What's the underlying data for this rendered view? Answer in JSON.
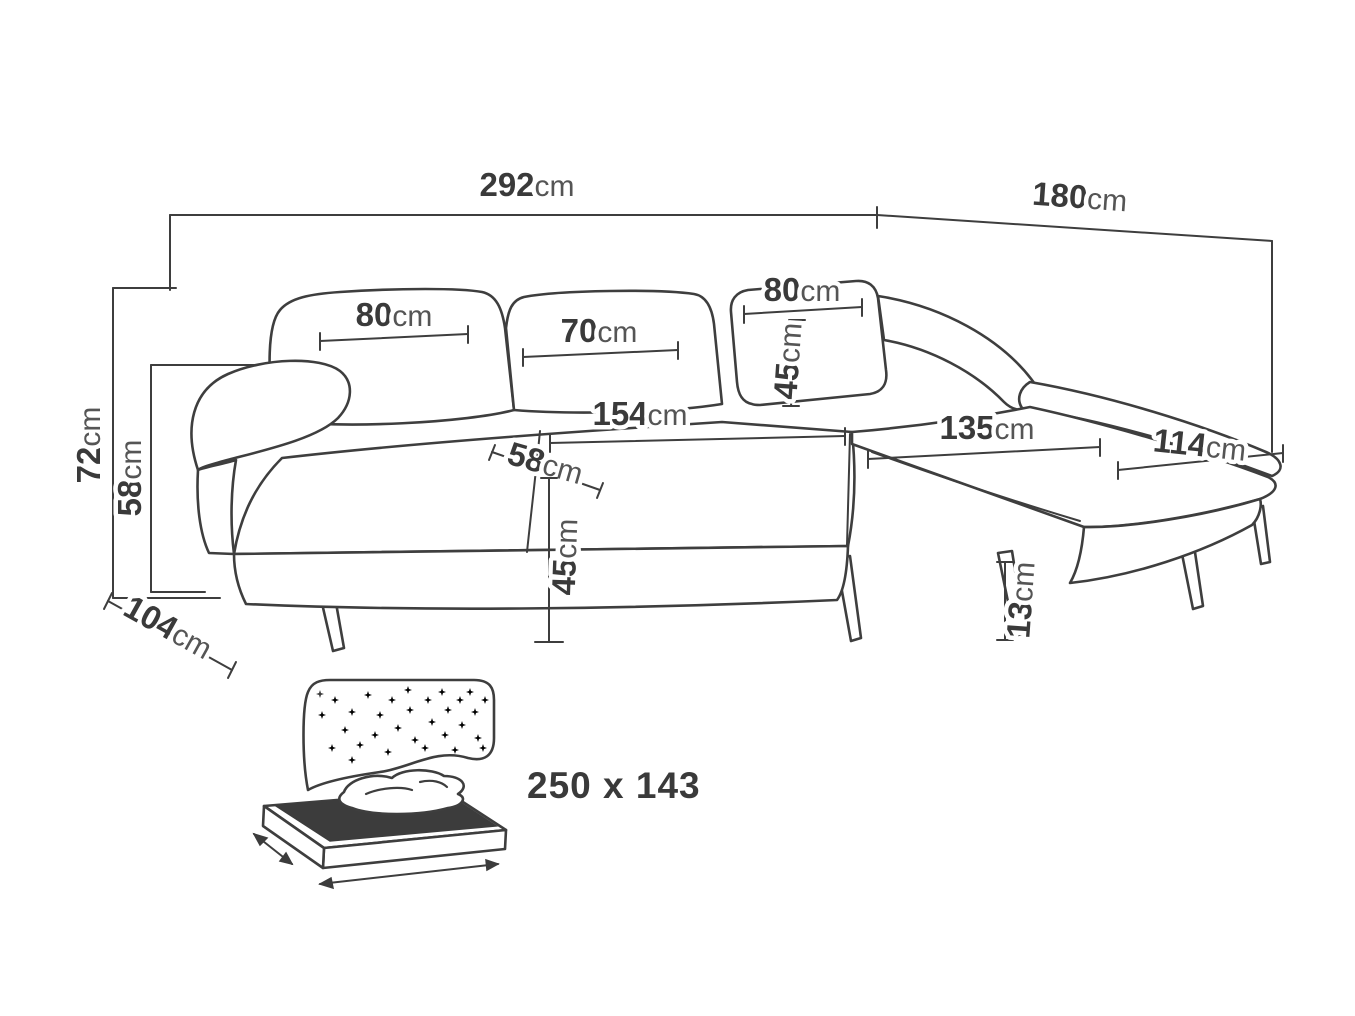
{
  "diagram": {
    "type": "corner-sofa-dimension-drawing",
    "line_color": "#3e3e3e",
    "background": "#ffffff"
  },
  "labels": {
    "total_width": {
      "value": "292",
      "unit": "cm"
    },
    "chaise_length": {
      "value": "180",
      "unit": "cm"
    },
    "overall_height": {
      "value": "72",
      "unit": "cm"
    },
    "armrest_height": {
      "value": "58",
      "unit": "cm"
    },
    "side_depth": {
      "value": "104",
      "unit": "cm"
    },
    "back_cushion_left": {
      "value": "80",
      "unit": "cm"
    },
    "back_cushion_middle": {
      "value": "70",
      "unit": "cm"
    },
    "back_cushion_corner": {
      "value": "80",
      "unit": "cm"
    },
    "corner_cushion_height": {
      "value": "45",
      "unit": "cm"
    },
    "seat_length": {
      "value": "154",
      "unit": "cm"
    },
    "seat_depth": {
      "value": "58",
      "unit": "cm"
    },
    "seat_height": {
      "value": "45",
      "unit": "cm"
    },
    "chaise_seat_length": {
      "value": "135",
      "unit": "cm"
    },
    "chaise_width": {
      "value": "114",
      "unit": "cm"
    },
    "leg_height": {
      "value": "13",
      "unit": "cm"
    },
    "sleeping_area": "250 x 143"
  }
}
